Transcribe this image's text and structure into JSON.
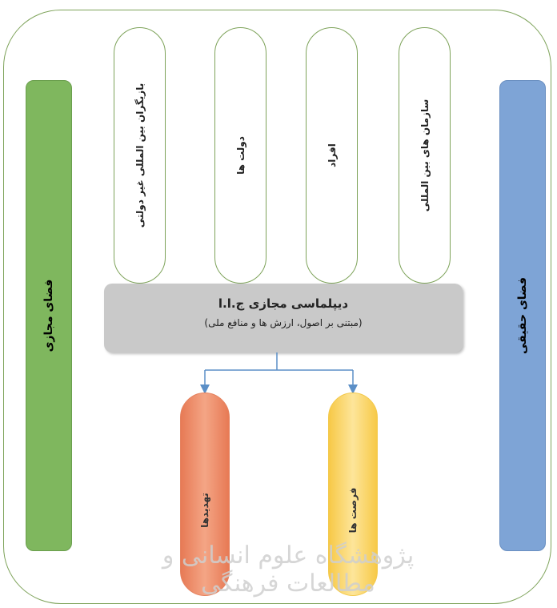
{
  "left_bar": {
    "label": "فضای مجازی"
  },
  "right_bar": {
    "label": "فضای حقیقی"
  },
  "actors": [
    {
      "label": "بازیگران بین المللی غیر دولتی"
    },
    {
      "label": "دولت ها"
    },
    {
      "label": "افراد"
    },
    {
      "label": "سازمان های بین المللی"
    }
  ],
  "center": {
    "title": "دیپلماسی مجازی ج.ا.ا",
    "subtitle": "(مبتنی بر اصول، ارزش ها و منافع ملی)"
  },
  "outcomes": {
    "threats": "تهدیدها",
    "opportunities": "فرصت ها"
  },
  "watermark": "پژوهشگاه علوم انسانی و مطالعات فرهنگی",
  "colors": {
    "virtual_space": "#7fb75e",
    "real_space": "#7ea4d6",
    "threats": "#f4a585",
    "opportunities": "#fde59a",
    "center_box": "#c9c9c9",
    "connector": "#5b8fc7"
  }
}
